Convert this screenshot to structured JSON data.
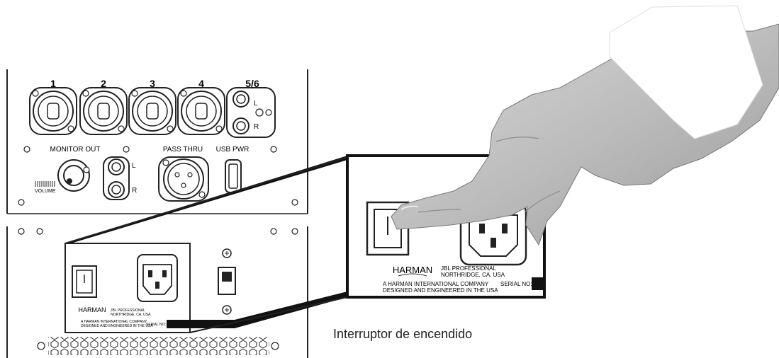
{
  "top_panel": {
    "input_labels": [
      "1",
      "2",
      "3",
      "4",
      "5/6"
    ],
    "monitor_out_label": "MONITOR OUT",
    "pass_thru_label": "PASS THRU",
    "usb_pwr_label": "USB PWR",
    "volume_label": "VOLUME",
    "left_label": "L",
    "right_label": "R"
  },
  "power_plate": {
    "brand": "HARMAN",
    "company_line1": "JBL PROFESSIONAL",
    "company_line2": "NORTHRIDGE, CA. USA",
    "tagline_line1": "A HARMAN INTERNATIONAL COMPANY",
    "tagline_line2": "DESIGNED AND ENGINEERED IN THE USA",
    "serial_label": "SERIAL NO:"
  },
  "caption": "Interruptor de encendido"
}
